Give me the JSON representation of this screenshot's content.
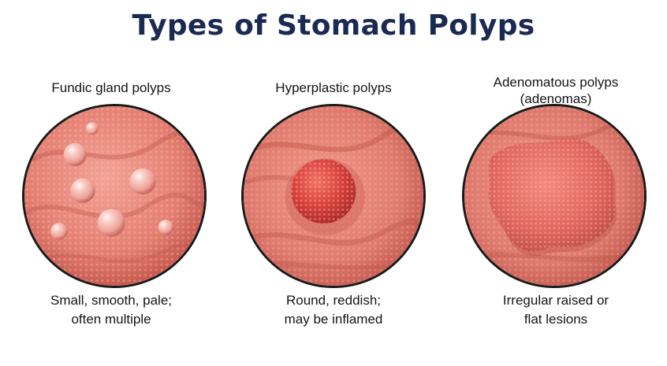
{
  "title": "Types of Stomach Polyps",
  "panels": [
    {
      "label_lines": [
        "Fundic gland polyps"
      ],
      "caption_lines": [
        "Small, smooth, pale;",
        "often multiple"
      ]
    },
    {
      "label_lines": [
        "Hyperplastic polyps"
      ],
      "caption_lines": [
        "Round, reddish;",
        "may be inflamed"
      ]
    },
    {
      "label_lines": [
        "Adenomatous polyps",
        "(adenomas)"
      ],
      "caption_lines": [
        "Irregular raised or",
        "flat lesions"
      ]
    }
  ],
  "colors": {
    "title": "#1a2a52",
    "mucosa": "#e58a7e",
    "mucosa_dark": "#c4574d",
    "hyperplastic_polyp": "#d9413f",
    "adenoma": "#e0675f"
  }
}
